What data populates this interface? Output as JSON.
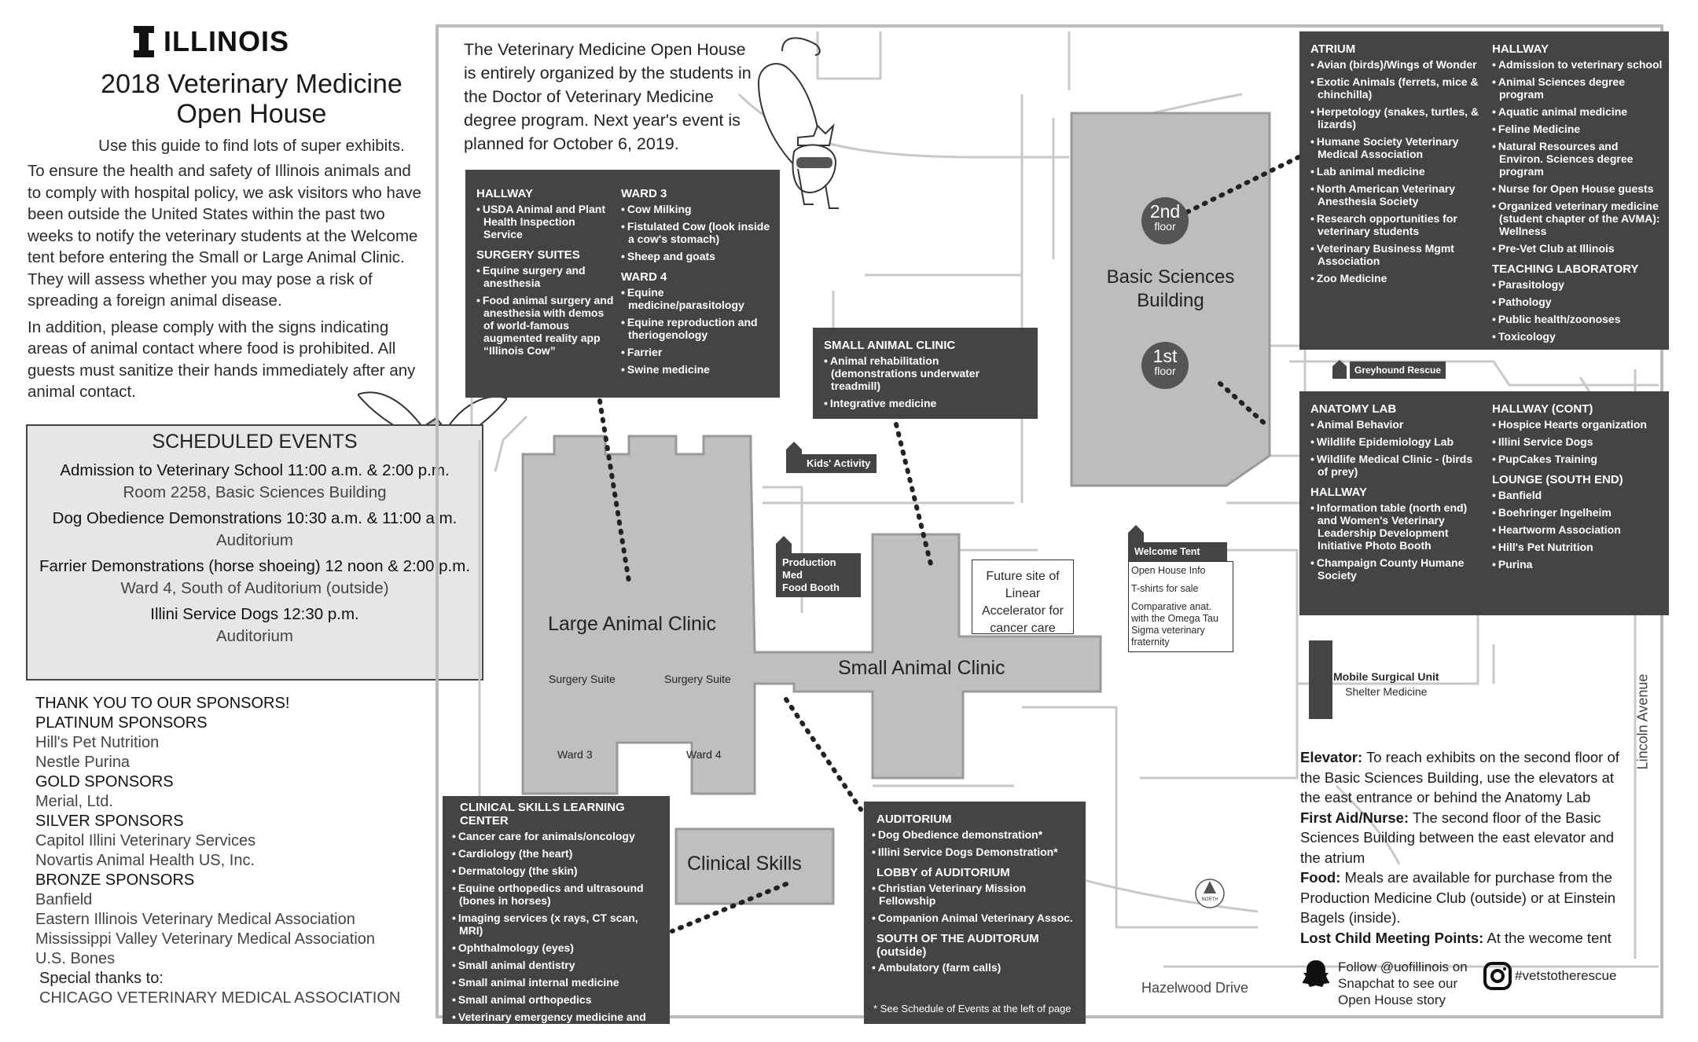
{
  "header": {
    "logo_text": "ILLINOIS",
    "title_line1": "2018 Veterinary Medicine",
    "title_line2": "Open House",
    "subtitle": "Use this guide to find lots of super exhibits."
  },
  "intro": {
    "p1": "To ensure the health and safety of Illinois animals and to comply with hospital policy, we ask visitors who have been outside the United States within the past two weeks to notify the veterinary students at the Welcome tent before entering the Small or Large Animal Clinic. They will assess whether you may pose a risk of spreading a foreign animal disease.",
    "p2": "In addition, please comply with the signs indicating areas of animal contact where food is prohibited. All guests must sanitize their hands immediately after any animal contact."
  },
  "events": {
    "title": "SCHEDULED EVENTS",
    "items": [
      {
        "main": "Admission to Veterinary School  11:00 a.m. & 2:00 p.m.",
        "sub": "Room 2258, Basic Sciences Building"
      },
      {
        "main": "Dog Obedience Demonstrations 10:30 a.m. & 11:00 a.m.",
        "sub": "Auditorium"
      },
      {
        "main": "Farrier Demonstrations (horse shoeing) 12 noon & 2:00 p.m.",
        "sub": "Ward 4, South of Auditorium (outside)"
      },
      {
        "main": "Illini Service Dogs  12:30 p.m.",
        "sub": "Auditorium"
      }
    ]
  },
  "sponsors": {
    "thanks": "THANK YOU TO OUR SPONSORS!",
    "groups": [
      {
        "tier": "PLATINUM SPONSORS",
        "names": [
          "Hill's Pet Nutrition",
          "Nestle Purina"
        ]
      },
      {
        "tier": "GOLD SPONSORS",
        "names": [
          "Merial, Ltd."
        ]
      },
      {
        "tier": "SILVER SPONSORS",
        "names": [
          "Capitol Illini Veterinary Services",
          "Novartis Animal Health US, Inc."
        ]
      },
      {
        "tier": "BRONZE SPONSORS",
        "names": [
          "Banfield",
          "Eastern Illinois Veterinary Medical Association",
          "Mississippi Valley Veterinary Medical Association",
          "U.S. Bones"
        ]
      }
    ],
    "special": "Special thanks to:",
    "special_name": "CHICAGO VETERINARY MEDICAL ASSOCIATION"
  },
  "map_intro": "The Veterinary Medicine Open House is entirely organized by the students in the Doctor of Veterinary Medicine degree program. Next year's event is planned for October 6, 2019.",
  "box_lac": {
    "col1": [
      {
        "heading": "HALLWAY",
        "items": [
          "USDA Animal and Plant Health Inspection Service"
        ]
      },
      {
        "heading": "SURGERY SUITES",
        "items": [
          "Equine surgery and anesthesia",
          "Food animal surgery and anesthesia with demos of world-famous augmented reality app “Illinois Cow”"
        ]
      }
    ],
    "col2": [
      {
        "heading": "WARD 3",
        "items": [
          "Cow Milking",
          "Fistulated Cow (look inside a cow's stomach)",
          "Sheep and goats"
        ]
      },
      {
        "heading": "WARD 4",
        "items": [
          "Equine medicine/parasitology",
          "Equine reproduction and theriogenology",
          "Farrier",
          "Swine medicine"
        ]
      }
    ]
  },
  "box_sac": {
    "heading": "SMALL ANIMAL CLINIC",
    "items": [
      "Animal rehabilitation (demonstrations underwater treadmill)",
      "Integrative medicine"
    ]
  },
  "box_bsb2": {
    "col1": [
      {
        "heading": "ATRIUM",
        "items": [
          "Avian (birds)/Wings of Wonder",
          "Exotic Animals (ferrets, mice & chinchilla)",
          "Herpetology (snakes, turtles, & lizards)",
          "Humane Society Veterinary Medical Association",
          "Lab animal medicine",
          "North American Veterinary Anesthesia Society",
          "Research opportunities for veterinary students",
          "Veterinary Business Mgmt Association",
          "Zoo Medicine"
        ]
      }
    ],
    "col2": [
      {
        "heading": "HALLWAY",
        "items": [
          "Admission to veterinary school",
          "Animal Sciences degree program",
          "Aquatic animal medicine",
          "Feline Medicine",
          "Natural Resources and Environ. Sciences degree program",
          "Nurse for Open House guests",
          "Organized veterinary medicine (student chapter of the AVMA): Wellness",
          "Pre-Vet Club at Illinois"
        ]
      },
      {
        "heading": "TEACHING LABORATORY",
        "items": [
          "Parasitology",
          "Pathology",
          "Public health/zoonoses",
          "Toxicology"
        ]
      }
    ]
  },
  "box_bsb1": {
    "col1": [
      {
        "heading": "ANATOMY LAB",
        "items": [
          "Animal Behavior",
          "Wildlife Epidemiology Lab",
          "Wildlife Medical Clinic - (birds of prey)"
        ]
      },
      {
        "heading": "HALLWAY",
        "items": [
          "Information table (north end) and Women's Veterinary Leadership Development Initiative Photo Booth",
          "Champaign County Humane Society"
        ]
      }
    ],
    "col2": [
      {
        "heading": "HALLWAY (CONT)",
        "items": [
          "Hospice Hearts organization",
          "Illini Service Dogs",
          "PupCakes Training"
        ]
      },
      {
        "heading": "LOUNGE (SOUTH END)",
        "items": [
          "Banfield",
          "Boehringer Ingelheim",
          "Heartworm Association",
          "Hill's Pet Nutrition",
          "Purina"
        ]
      }
    ]
  },
  "box_csl": {
    "heading": "CLINICAL SKILLS LEARNING CENTER",
    "items": [
      "Cancer care for animals/oncology",
      "Cardiology (the heart)",
      "Dermatology (the skin)",
      "Equine orthopedics and ultrasound (bones in horses)",
      "Imaging services (x rays, CT scan, MRI)",
      "Ophthalmology (eyes)",
      "Small animal dentistry",
      "Small animal internal medicine",
      "Small  animal orthopedics",
      "Veterinary emergency medicine and critical care"
    ]
  },
  "box_aud": {
    "sections": [
      {
        "heading": "AUDITORIUM",
        "items": [
          "Dog Obedience demonstration*",
          "Illini Service Dogs Demonstration*"
        ]
      },
      {
        "heading": "LOBBY of AUDITORIUM",
        "items": [
          "Christian Veterinary Mission Fellowship",
          "Companion Animal Veterinary Assoc."
        ]
      },
      {
        "heading": "SOUTH OF THE AUDITORUM (outside)",
        "items": [
          "Ambulatory (farm calls)"
        ]
      }
    ],
    "footnote": "* See Schedule of Events at the left of page"
  },
  "map_labels": {
    "basic_sciences_1": "Basic Sciences",
    "basic_sciences_2": "Building",
    "floor2_num": "2nd",
    "floor1_num": "1st",
    "floor_word": "floor",
    "large_animal": "Large Animal Clinic",
    "small_animal": "Small Animal Clinic",
    "clinical_skills": "Clinical Skills",
    "surgery_suite": "Surgery Suite",
    "ward3": "Ward 3",
    "ward4": "Ward 4",
    "kids": "Kids' Activity",
    "prod_med_1": "Production Med",
    "prod_med_2": "Food Booth",
    "greyhound": "Greyhound Rescue",
    "future_site": "Future site of Linear Accelerator for cancer care",
    "mobile_unit": "Mobile Surgical Unit",
    "shelter": "Shelter Medicine",
    "north": "NORTH",
    "hazelwood": "Hazelwood Drive",
    "lincoln": "Lincoln Avenue"
  },
  "welcome_tent": {
    "title": "Welcome Tent",
    "items": [
      "Open House Info",
      "T-shirts for sale",
      "Comparative anat. with the Omega Tau Sigma veterinary fraternity"
    ]
  },
  "info": {
    "elevator_label": "Elevator:",
    "elevator_text": "To reach exhibits on the second floor of the Basic Sciences Building, use the elevators at the east entrance or behind the Anatomy Lab",
    "firstaid_label": "First Aid/Nurse:",
    "firstaid_text": "The second floor of the Basic Sciences Building between the east elevator and the atrium",
    "food_label": "Food:",
    "food_text": "Meals are available for purchase from the Production Medicine Club (outside) or at Einstein Bagels (inside).",
    "lostchild_label": "Lost Child Meeting Points:",
    "lostchild_text": "At the wecome tent"
  },
  "social": {
    "snapchat": "Follow @uofillinois on Snapchat to see our Open House story",
    "instagram": "#vetstotherescue"
  },
  "icons": [
    "illinois-i-logo",
    "cat-mascot",
    "bird-mascot",
    "snapchat-icon",
    "instagram-icon",
    "north-arrow-icon",
    "building-icon"
  ]
}
